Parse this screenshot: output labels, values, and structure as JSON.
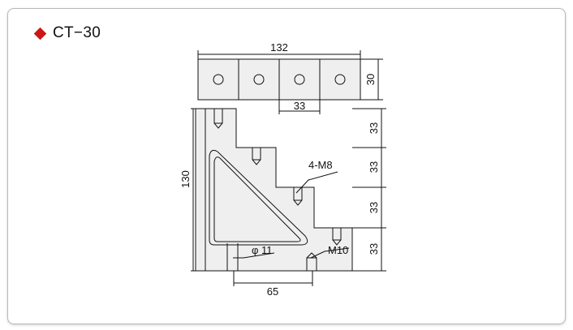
{
  "title": {
    "text": "CT−30",
    "marker": "diamond-icon",
    "marker_color": "#cc1717"
  },
  "colors": {
    "line": "#111111",
    "body_fill": "#efefef",
    "frame": "#b9b9b9"
  },
  "dimensions": {
    "top_width": "132",
    "top_height": "30",
    "hole_pitch": "33",
    "step_1": "33",
    "step_2": "33",
    "step_3": "33",
    "step_4": "33",
    "overall_height": "130",
    "base_width": "65"
  },
  "callouts": {
    "thread_small": "4-M8",
    "hole_diameter": "φ 11",
    "thread_large": "M10"
  }
}
